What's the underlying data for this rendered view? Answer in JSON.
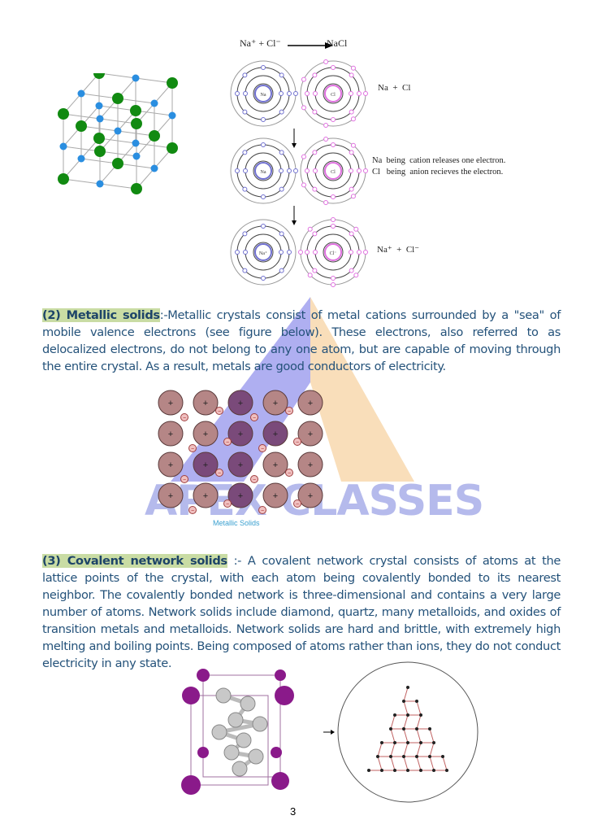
{
  "ionic_diagram": {
    "equation_left": "Na⁺ + Cl⁻",
    "equation_right": "NaCl",
    "step1_label": "Na  +  Cl",
    "step2_line1": "Na  being  cation releases one electron.",
    "step2_line2": "Cl   being  anion recieves the electron.",
    "step3_label": "Na⁺  +  Cl⁻",
    "atom_na": "Na",
    "atom_cl": "Cl",
    "ion_na": "Na⁺",
    "ion_cl": "Cl⁻"
  },
  "metallic": {
    "heading": "(2) Metallic solids",
    "separator": ":-",
    "body": "Metallic crystals consist of metal cations surrounded by a \"sea\" of mobile valence electrons (see figure below). These electrons, also referred to as delocalized electrons, do not belong to any one atom, but are capable of moving through the entire crystal. As a result, metals are good conductors of electricity.",
    "figure_caption": "Metallic Solids",
    "cation_symbol": "+",
    "electron_symbol": "−"
  },
  "watermark": "APEX CLASSES",
  "covalent": {
    "heading": "(3) Covalent network solids",
    "separator": " :- ",
    "body": "A covalent network crystal consists of atoms at the lattice points of the crystal, with each atom being covalently bonded to its nearest neighbor. The covalently bonded network is three-dimensional and contains a very large number of atoms. Network solids include diamond, quartz, many metalloids, and oxides of transition metals and metalloids. Network solids are hard and brittle, with extremely high melting and boiling points. Being composed of atoms rather than ions, they do not conduct electricity in any state."
  },
  "colors": {
    "text": "#24527a",
    "highlight": "#c9dca4",
    "na": "#7070d0",
    "cl": "#e070e0",
    "cation": "#a87070",
    "purple_atom": "#8a1a8a"
  },
  "page_number": "3"
}
